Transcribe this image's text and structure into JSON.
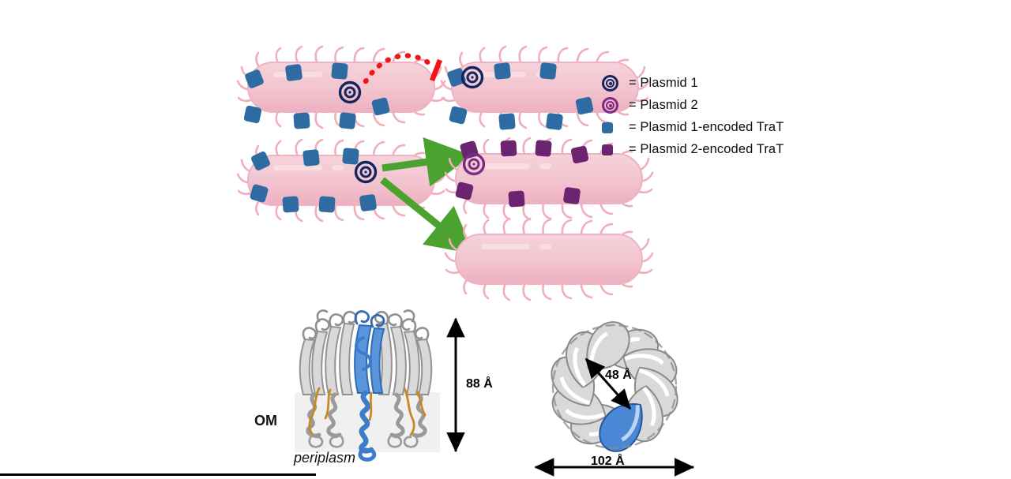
{
  "legend": {
    "items": [
      {
        "key_icon": "plasmid-1-ring-icon",
        "label": "= Plasmid 1",
        "color": "#12255e"
      },
      {
        "key_icon": "plasmid-2-ring-icon",
        "label": "= Plasmid 2",
        "color": "#7d2a86"
      },
      {
        "key_icon": "blue-trat-square-icon",
        "label": "= Plasmid 1-encoded TraT",
        "color": "#2f6ba3"
      },
      {
        "key_icon": "purple-trat-square-icon",
        "label": "= Plasmid 2-encoded TraT",
        "color": "#6b2470"
      }
    ]
  },
  "structure": {
    "om_label": "OM",
    "periplasm_label": "periplasm",
    "height_label": "88 Å",
    "pore_label": "48 Å",
    "width_label": "102 Å"
  },
  "colors": {
    "cell_fill": "#f2c4cf",
    "cell_edge": "#e9a7b8",
    "fimbriae": "#f0aebd",
    "blue_trat": "#2f6ba3",
    "purple_trat": "#6b2470",
    "plasmid_blue": "#12255e",
    "plasmid_purple": "#7d2a86",
    "green_arrow": "#4ca22f",
    "red_block": "#f01616",
    "ribbon_grey": "#9a9a9a",
    "ribbon_blue": "#3d7cc9",
    "lipid_orange": "#c78a22",
    "membrane_band": "#f0f0f0"
  },
  "cells": [
    {
      "name": "donor-cell-row1",
      "plasmid": "plasmid-1",
      "trat": "blue"
    },
    {
      "name": "recipient-cell-row1",
      "plasmid": "plasmid-1",
      "trat": "blue"
    },
    {
      "name": "donor-cell-row2",
      "plasmid": "plasmid-1",
      "trat": "blue"
    },
    {
      "name": "recipient-cell-plasmid2",
      "plasmid": "plasmid-2",
      "trat": "purple"
    },
    {
      "name": "recipient-cell-plasmid-free",
      "plasmid": "none",
      "trat": "none"
    }
  ],
  "arrows": [
    {
      "name": "inhibition-arrow",
      "style": "red-dotted-blocked"
    },
    {
      "name": "conjugation-arrow-upper",
      "style": "green-solid"
    },
    {
      "name": "conjugation-arrow-lower",
      "style": "green-solid"
    }
  ]
}
